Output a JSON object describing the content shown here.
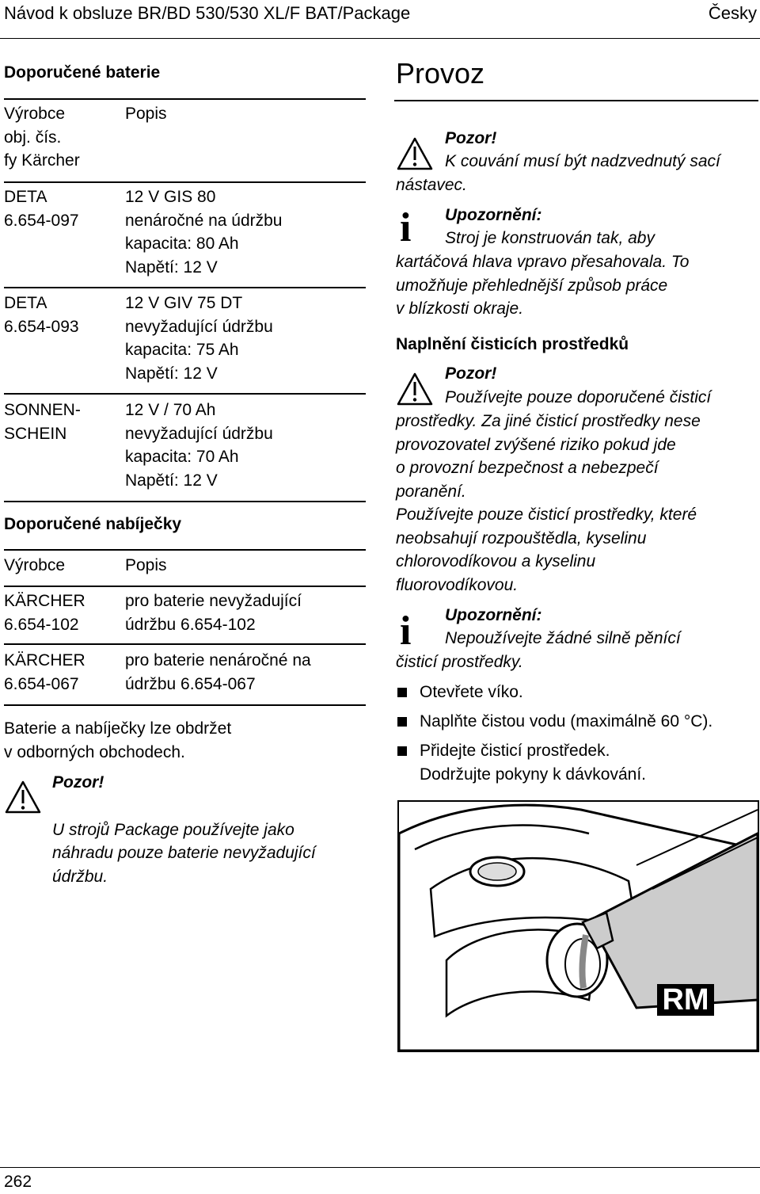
{
  "header": {
    "title": "Návod k obsluze BR/BD 530/530 XL/F BAT/Package",
    "language": "Česky"
  },
  "batteries": {
    "heading": "Doporučené baterie",
    "col1_header": "Výrobce\nobj. čís.\nfy Kärcher",
    "col2_header": "Popis",
    "rows": [
      {
        "maker": "DETA\n6.654-097",
        "desc": "12 V GIS 80\nnenáročné na údržbu\nkapacita: 80 Ah\nNapětí: 12 V"
      },
      {
        "maker": "DETA\n6.654-093",
        "desc": "12 V GIV 75 DT\nnevyžadující údržbu\nkapacita: 75 Ah\nNapětí: 12 V"
      },
      {
        "maker": "SONNEN-\nSCHEIN",
        "desc": "12 V / 70 Ah\nnevyžadující údržbu\nkapacita: 70 Ah\nNapětí: 12 V"
      }
    ]
  },
  "chargers": {
    "heading": "Doporučené nabíječky",
    "col1_header": "Výrobce",
    "col2_header": "Popis",
    "rows": [
      {
        "maker": "KÄRCHER\n6.654-102",
        "desc": "pro baterie nevyžadující\núdržbu 6.654-102"
      },
      {
        "maker": "KÄRCHER\n6.654-067",
        "desc": "pro baterie nenáročné na\núdržbu 6.654-067"
      }
    ],
    "note": "Baterie a nabíječky lze obdržet\nv odborných obchodech."
  },
  "left_warning": {
    "title": "Pozor!",
    "text": "U strojů Package používejte jako\nnáhradu pouze baterie nevyžadující\núdržbu."
  },
  "right": {
    "heading": "Provoz",
    "warning1": {
      "title": "Pozor!",
      "text_first": "K couvání musí být nadzvednutý sací",
      "text_rest": "nástavec."
    },
    "info1": {
      "title": "Upozornění:",
      "text_first": "Stroj je konstruován tak, aby",
      "text_rest": "kartáčová hlava vpravo přesahovala. To\numožňuje přehlednější způsob práce\nv blízkosti okraje."
    },
    "subheading": "Naplnění čisticích prostředků",
    "warning2": {
      "title": "Pozor!",
      "text_first": "Používejte pouze doporučené čisticí",
      "text_rest": "prostředky. Za jiné čisticí prostředky nese\nprovozovatel zvýšené riziko pokud jde\no provozní bezpečnost a nebezpečí\nporanění.\nPoužívejte pouze čisticí prostředky, které\nneobsahují rozpouštědla, kyselinu\nchlorovodíkovou a kyselinu\nfluorovodíkovou."
    },
    "info2": {
      "title": "Upozornění:",
      "text_first": "Nepoužívejte žádné silně pěnící",
      "text_rest": "čisticí prostředky."
    },
    "steps": [
      "Otevřete víko.",
      "Naplňte čistou vodu (maximálně 60 °C).",
      "Přidejte čisticí prostředek.\nDodržujte pokyny k dávkování."
    ],
    "figure_label": "RM"
  },
  "footer": {
    "page_number": "262"
  }
}
